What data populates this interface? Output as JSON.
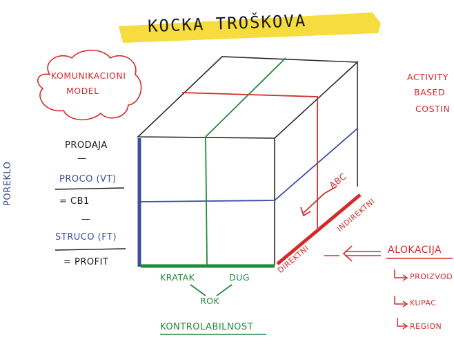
{
  "title": "KOCKA TROŠKOVA",
  "cloud_text": [
    "KOMUNIKACIONI",
    "MODEL"
  ],
  "abc_text": [
    "ACTIVITY",
    "BASED",
    "COSTIN"
  ],
  "left_list": {
    "prodaja": "PRODAJA",
    "dash1": "—",
    "proco": "PROCO (VT)",
    "cb1": "= CB1",
    "dash2": "—",
    "struco": "STRUCO (FT)",
    "profit": "= PROFIT"
  },
  "poreklo": "POREKLO",
  "abc_label": "ABC",
  "direktni": "DIREKTNI",
  "indirektni": "INDIREKTNI",
  "kratak": "KRATAK",
  "dug": "DUG",
  "rok": "ROK",
  "kontrolabilnost": "KONTROLABILNOST",
  "alokacija": "ALOKACIJA",
  "alokacija_items": [
    "PROIZVOD",
    "KUPAC",
    "REGION"
  ],
  "colors": {
    "highlight": "#f5d61c",
    "red": "#d42a2a",
    "blue": "#3b4ea0",
    "green": "#1f8a3a",
    "ink": "#1a1a1a"
  }
}
